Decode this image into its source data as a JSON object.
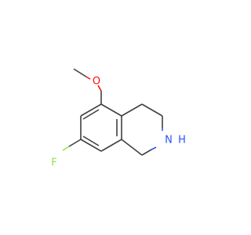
{
  "molecule": {
    "atoms": {
      "oxygen": "O",
      "fluorine": "F",
      "nitrogen": "N",
      "nitrogen_h": "H"
    },
    "colors": {
      "bond": "#404040",
      "oxygen": "#ff0d0d",
      "fluorine": "#90e050",
      "nitrogen": "#3050f8"
    }
  }
}
